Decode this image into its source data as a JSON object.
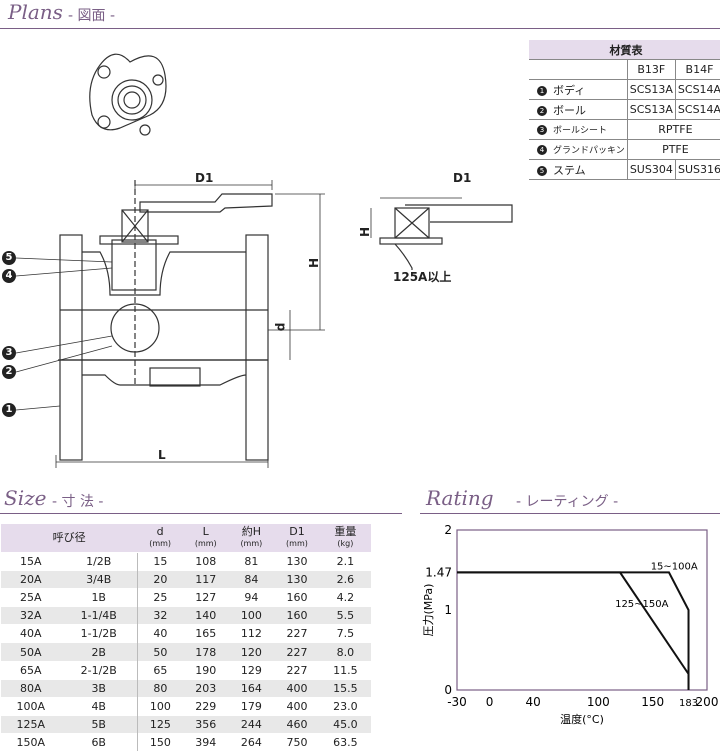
{
  "plans": {
    "title": "Plans",
    "subtitle": "- 図面 -"
  },
  "drawing": {
    "d1_label": "D1",
    "h_label": "H",
    "d_label": "d",
    "l_label": "L",
    "note_125": "125A以上",
    "balloons": [
      "5",
      "4",
      "3",
      "2",
      "1"
    ]
  },
  "materials": {
    "title": "材質表",
    "columns": [
      "B13F",
      "B14F"
    ],
    "rows": [
      {
        "no": "1",
        "name": "ボディ",
        "b13f": "SCS13A",
        "b14f": "SCS14A"
      },
      {
        "no": "2",
        "name": "ボール",
        "b13f": "SCS13A",
        "b14f": "SCS14A"
      },
      {
        "no": "3",
        "name": "ボールシート",
        "merged": "RPTFE"
      },
      {
        "no": "4",
        "name": "グランドパッキン",
        "merged": "PTFE"
      },
      {
        "no": "5",
        "name": "ステム",
        "b13f": "SUS304",
        "b14f": "SUS316"
      }
    ]
  },
  "size": {
    "title": "Size",
    "subtitle": "- 寸 法 -",
    "headers": [
      {
        "label": "呼び径",
        "unit": ""
      },
      {
        "label": "d",
        "unit": "(mm)"
      },
      {
        "label": "L",
        "unit": "(mm)"
      },
      {
        "label": "約H",
        "unit": "(mm)"
      },
      {
        "label": "D1",
        "unit": "(mm)"
      },
      {
        "label": "重量",
        "unit": "(kg)"
      }
    ],
    "rows": [
      [
        "15A",
        "1/2B",
        "15",
        "108",
        "81",
        "130",
        "2.1"
      ],
      [
        "20A",
        "3/4B",
        "20",
        "117",
        "84",
        "130",
        "2.6"
      ],
      [
        "25A",
        "1B",
        "25",
        "127",
        "94",
        "160",
        "4.2"
      ],
      [
        "32A",
        "1-1/4B",
        "32",
        "140",
        "100",
        "160",
        "5.5"
      ],
      [
        "40A",
        "1-1/2B",
        "40",
        "165",
        "112",
        "227",
        "7.5"
      ],
      [
        "50A",
        "2B",
        "50",
        "178",
        "120",
        "227",
        "8.0"
      ],
      [
        "65A",
        "2-1/2B",
        "65",
        "190",
        "129",
        "227",
        "11.5"
      ],
      [
        "80A",
        "3B",
        "80",
        "203",
        "164",
        "400",
        "15.5"
      ],
      [
        "100A",
        "4B",
        "100",
        "229",
        "179",
        "400",
        "23.0"
      ],
      [
        "125A",
        "5B",
        "125",
        "356",
        "244",
        "460",
        "45.0"
      ],
      [
        "150A",
        "6B",
        "150",
        "394",
        "264",
        "750",
        "63.5"
      ]
    ]
  },
  "rating": {
    "title": "Rating",
    "subtitle": "- レーティング -"
  },
  "chart_data": {
    "type": "line",
    "ylabel": "圧力(MPa)",
    "xlabel": "温度(°C)",
    "xlim": [
      -30,
      200
    ],
    "ylim": [
      0,
      2
    ],
    "xticks": [
      "-30",
      "0",
      "40",
      "100",
      "150",
      "200"
    ],
    "extra_xtick": "183",
    "yticks": [
      "0",
      "1",
      "1.47",
      "2"
    ],
    "series": [
      {
        "name": "15~100A",
        "x": [
          -30,
          165,
          183,
          183
        ],
        "y": [
          1.47,
          1.47,
          1.0,
          0
        ]
      },
      {
        "name": "125~150A",
        "x": [
          -30,
          120,
          183,
          183
        ],
        "y": [
          1.47,
          1.47,
          0.2,
          0
        ]
      }
    ],
    "colors": {
      "line": "#111111",
      "frame": "#7a5f86"
    }
  }
}
